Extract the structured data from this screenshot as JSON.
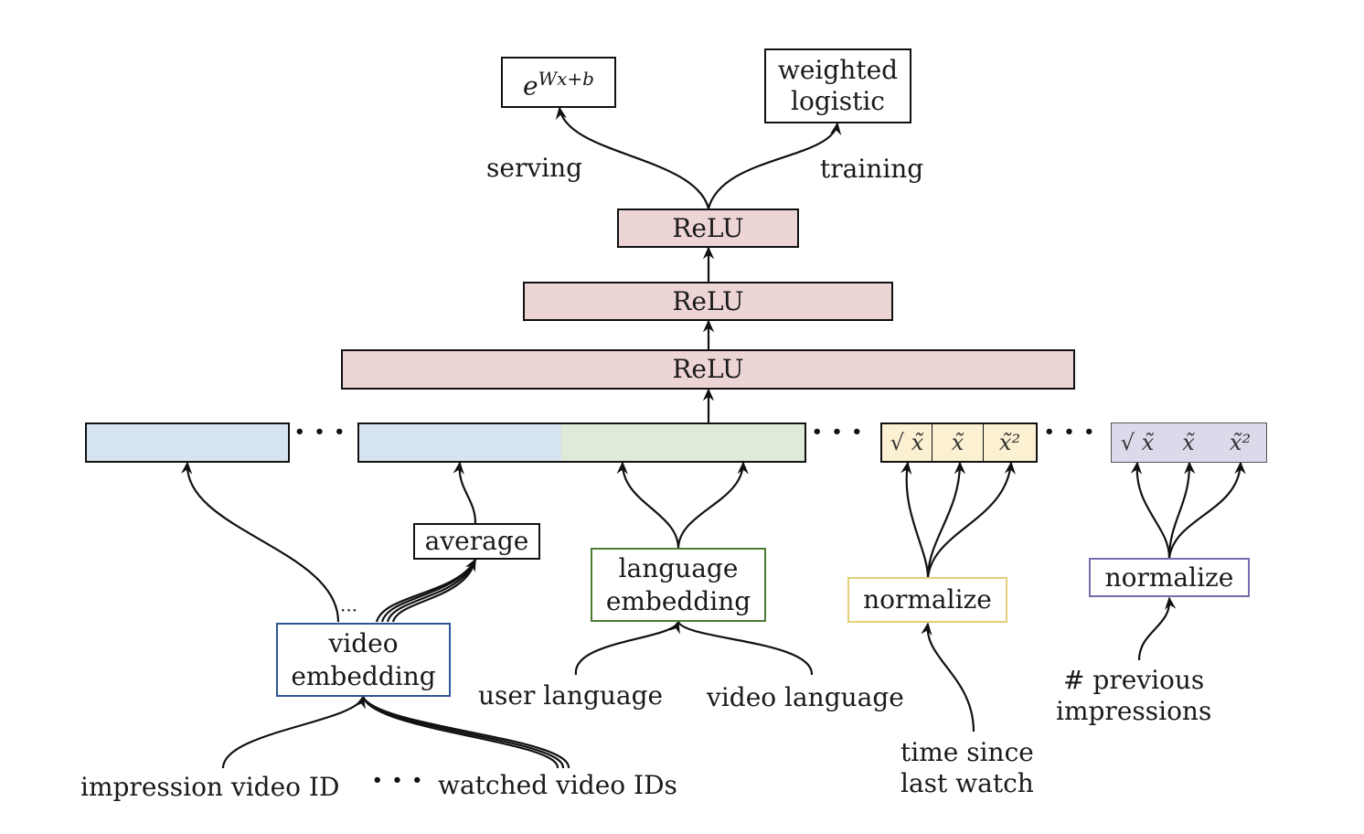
{
  "outputs": {
    "serving_box": "e^{Wx+b}",
    "serving_box_base": "e",
    "serving_box_exp": "Wx+b",
    "training_box_line1": "weighted",
    "training_box_line2": "logistic",
    "serving_label": "serving",
    "training_label": "training"
  },
  "layers": [
    {
      "label": "ReLU"
    },
    {
      "label": "ReLU"
    },
    {
      "label": "ReLU"
    }
  ],
  "embedding_row": {
    "ellipsis": "• • •",
    "time_cells": [
      "√ x̃",
      "x̃",
      "x̃²"
    ],
    "impr_cells": [
      "√ x̃",
      "x̃",
      "x̃²"
    ]
  },
  "nodes": {
    "average": "average",
    "video_embedding_line1": "video",
    "video_embedding_line2": "embedding",
    "video_embedding_dots": "···",
    "language_embedding_line1": "language",
    "language_embedding_line2": "embedding",
    "normalize_time": "normalize",
    "normalize_impressions": "normalize"
  },
  "inputs": {
    "impression_video_id": "impression video ID",
    "inputs_ellipsis": "• • •",
    "watched_video_ids": "watched video IDs",
    "user_language": "user language",
    "video_language": "video language",
    "time_since_line1": "time since",
    "time_since_line2": "last watch",
    "prev_impr_line1": "# previous",
    "prev_impr_line2": "impressions"
  },
  "colors": {
    "relu_fill": "#eed5d5",
    "video_fill": "#d6e4f2",
    "video_border": "#2e5596",
    "language_fill": "#dfebd9",
    "language_border": "#4a7a34",
    "time_fill": "#fbf0d2",
    "time_border": "#e2cf77",
    "impr_fill": "#dcdaea",
    "impr_border": "#7a68b0"
  }
}
